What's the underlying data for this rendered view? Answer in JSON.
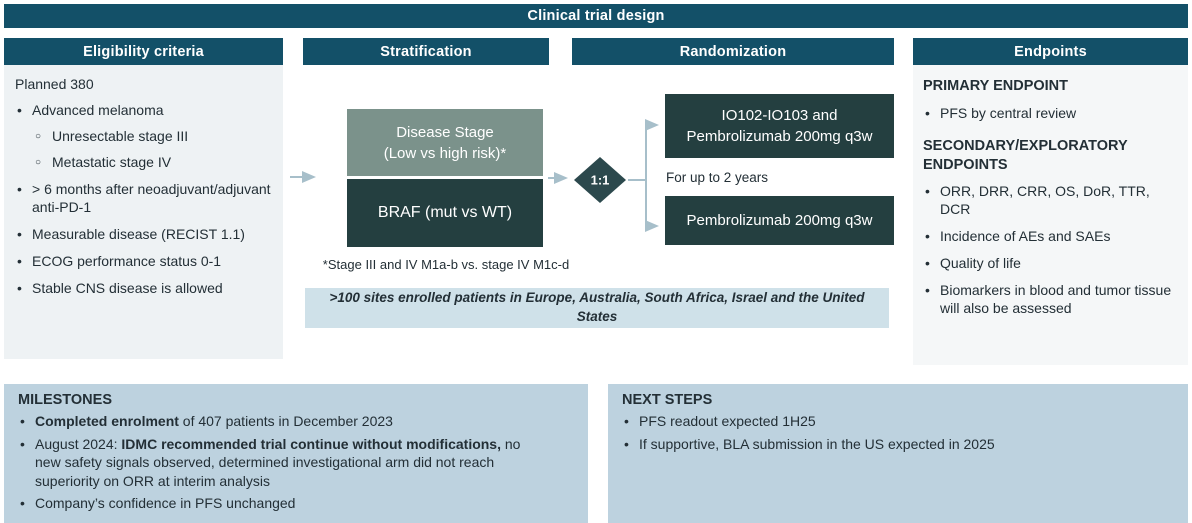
{
  "banner": {
    "title": "Clinical trial design"
  },
  "columns": {
    "eligibility": {
      "header": "Eligibility criteria",
      "intro": "Planned 380",
      "items": [
        {
          "level": 1,
          "text": "Advanced melanoma"
        },
        {
          "level": 2,
          "text": "Unresectable stage III"
        },
        {
          "level": 2,
          "text": "Metastatic stage IV"
        },
        {
          "level": 1,
          "text": "> 6 months after neoadjuvant/adjuvant anti-PD-1"
        },
        {
          "level": 1,
          "text": "Measurable disease (RECIST 1.1)"
        },
        {
          "level": 1,
          "text": "ECOG performance status 0-1"
        },
        {
          "level": 1,
          "text": "Stable CNS disease is allowed"
        }
      ]
    },
    "stratification": {
      "header": "Stratification",
      "boxes": [
        {
          "line1": "Disease Stage",
          "line2": "(Low vs high risk)*"
        },
        {
          "line1": "BRAF (mut vs WT)"
        }
      ],
      "footnote": "*Stage III and IV M1a-b vs. stage IV M1c-d"
    },
    "randomization": {
      "header": "Randomization",
      "ratio": "1:1",
      "arm1": {
        "line1": "IO102-IO103 and",
        "line2": "Pembrolizumab 200mg q3w"
      },
      "duration_note": "For up to 2 years",
      "arm2": {
        "line1": "Pembrolizumab 200mg q3w"
      }
    },
    "endpoints": {
      "header": "Endpoints",
      "primary_title": "PRIMARY ENDPOINT",
      "primary_items": [
        "PFS by central review"
      ],
      "secondary_title": "SECONDARY/EXPLORATORY ENDPOINTS",
      "secondary_items": [
        "ORR, DRR, CRR, OS, DoR, TTR, DCR",
        "Incidence of AEs and SAEs",
        "Quality of life",
        "Biomarkers in blood and tumor tissue will also be assessed"
      ]
    }
  },
  "sites_note": ">100 sites enrolled patients in Europe, Australia, South Africa, Israel and the United States",
  "milestones": {
    "title": "MILESTONES",
    "items": [
      {
        "bold": "Completed enrolment",
        "rest": " of 407 patients in December 2023"
      },
      {
        "pre": "August 2024: ",
        "bold": "IDMC recommended trial continue without modifications,",
        "rest": " no new safety signals observed, determined investigational arm did not reach superiority on ORR at interim analysis"
      },
      {
        "rest": "Company’s confidence in PFS unchanged"
      }
    ]
  },
  "next_steps": {
    "title": "NEXT STEPS",
    "items": [
      "PFS readout expected 1H25",
      "If supportive, BLA submission in the US expected in 2025"
    ]
  },
  "colors": {
    "header-bg": "#135068",
    "box-dark": "#243f40",
    "box-sage": "#7b928b",
    "diamond": "#2c494d",
    "note-bg": "#cfe1e9",
    "panel-bg": "#eef2f4",
    "endpoints-bg": "#f5f7f8",
    "bottom-bg": "#bdd2df",
    "arrow": "#a7bfca",
    "text": "#232f36"
  }
}
